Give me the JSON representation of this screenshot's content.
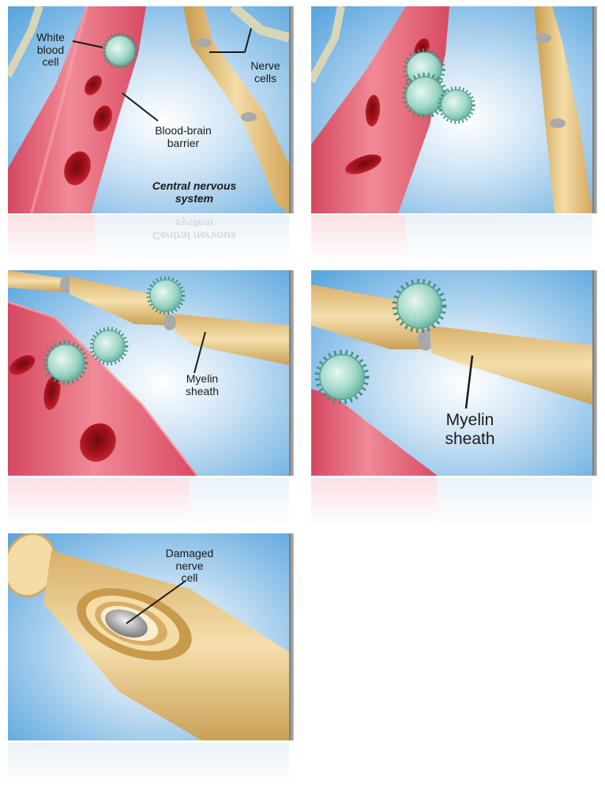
{
  "panels": [
    {
      "labels": {
        "white_blood_cell": "White\nblood\ncell",
        "nerve_cells": "Nerve\ncells",
        "blood_brain_barrier": "Blood-brain\nbarrier",
        "central_nervous_system": "Central nervous\nsystem"
      }
    },
    {
      "labels": {}
    },
    {
      "labels": {
        "myelin_sheath": "Myelin\nsheath"
      }
    },
    {
      "labels": {
        "myelin_sheath": "Myelin\nsheath"
      }
    },
    {
      "labels": {
        "damaged_nerve_cell": "Damaged\nnerve\ncell"
      }
    }
  ],
  "colors": {
    "background_blue": "#5aa6de",
    "background_light": "#e9f3fb",
    "vessel_red": "#e0566a",
    "vessel_light": "#f08a96",
    "red_blood_cell": "#a5131d",
    "white_blood_cell": "#9fd6c6",
    "nerve_tan": "#e9c98a",
    "nerve_dark": "#c89a4c",
    "node_gray": "#a9a9a9"
  },
  "icons": [
    "white-blood-cell-icon",
    "red-blood-cell-icon",
    "nerve-cell-icon"
  ]
}
